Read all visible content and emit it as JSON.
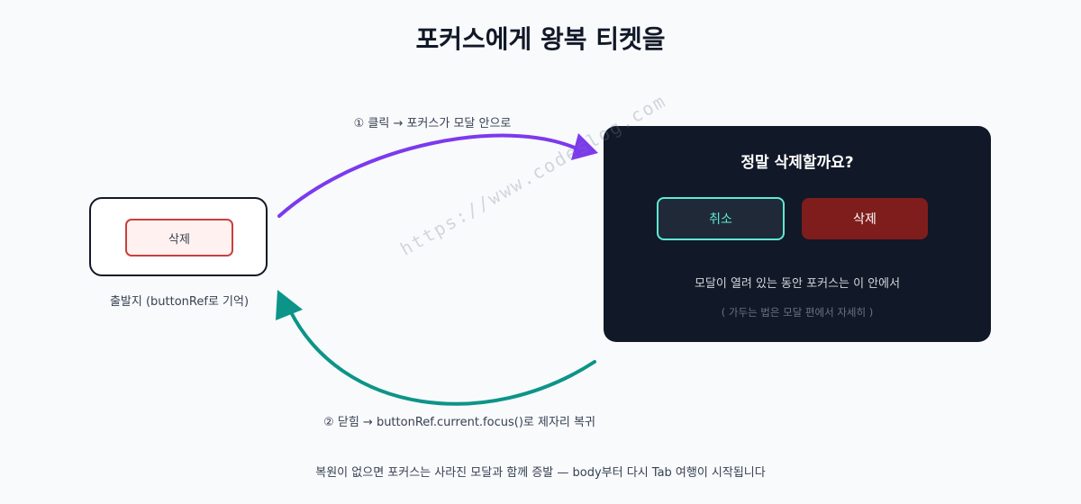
{
  "title": "포커스에게 왕복 티켓을",
  "arrow_open": {
    "label": "① 클릭 → 포커스가 모달 안으로",
    "color": "#7c3aed"
  },
  "arrow_return": {
    "label": "② 닫힘 → buttonRef.current.focus()로 제자리 복귀",
    "color": "#0d9488"
  },
  "origin": {
    "button_label": "삭제",
    "caption": "출발지 (buttonRef로 기억)"
  },
  "modal": {
    "title": "정말 삭제할까요?",
    "cancel_label": "취소",
    "delete_label": "삭제",
    "note": "모달이 열려 있는 동안 포커스는 이 안에서",
    "subnote": "( 가두는 법은 모달 편에서 자세히 )"
  },
  "watermark": "https://www.codeslog.com",
  "footer": "복원이 없으면 포커스는 사라진 모달과 함께 증발 — body부터 다시 Tab 여행이 시작됩니다"
}
